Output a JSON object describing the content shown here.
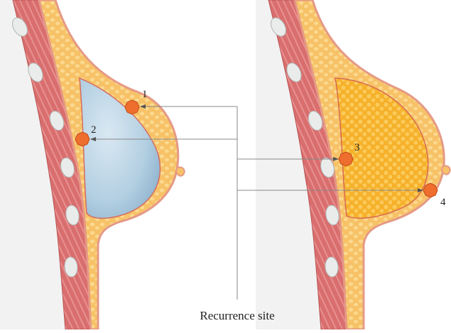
{
  "caption": "Recurrence site",
  "sites": [
    {
      "id": "site-1",
      "label": "1"
    },
    {
      "id": "site-2",
      "label": "2"
    },
    {
      "id": "site-3",
      "label": "3"
    },
    {
      "id": "site-4",
      "label": "4"
    }
  ],
  "colors": {
    "skin": "#e59a86",
    "fat": "#f7c267",
    "fat_lobule": "#fbe3a8",
    "muscle": "#d96e6e",
    "muscle_stripe": "#eaa0a0",
    "rib": "#e9eceb",
    "implant": "#b6d2e4",
    "gland": "#f6b12b",
    "lesion": "#ee6e2d",
    "leader_line": "#888888"
  }
}
